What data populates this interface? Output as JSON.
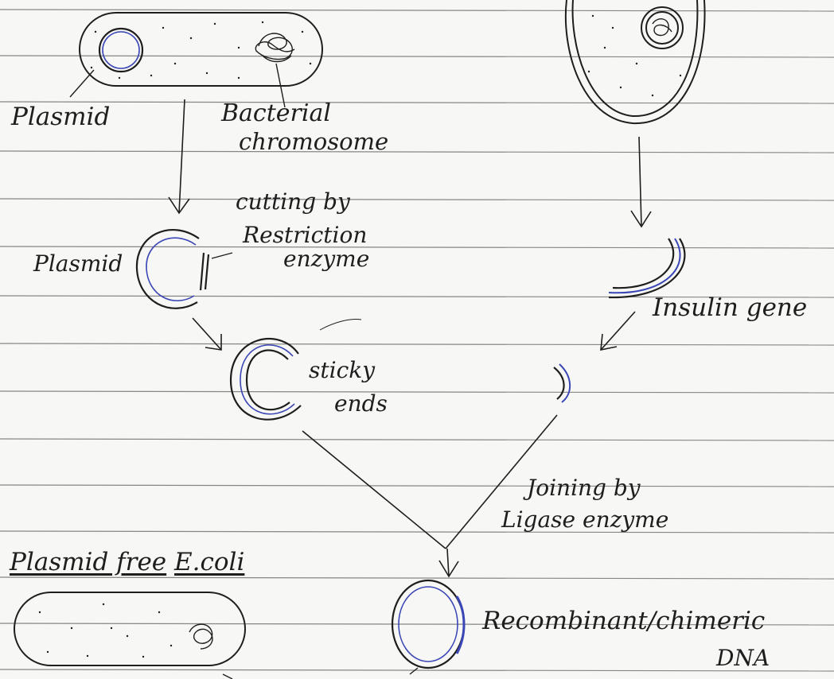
{
  "labels": {
    "plasmid_top": "Plasmid",
    "bacterial_chromosome_line1": "Bacterial",
    "bacterial_chromosome_line2": "chromosome",
    "cutting_line1": "cutting by",
    "cutting_line2": "Restriction",
    "cutting_line3": "enzyme",
    "plasmid_mid": "Plasmid",
    "insulin_gene": "Insulin gene",
    "sticky_line1": "sticky",
    "sticky_line2": "ends",
    "joining_line1": "Joining by",
    "joining_line2": "Ligase enzyme",
    "plasmid_free_part1": "Plasmid free",
    "plasmid_free_part2": "E.coli",
    "recombinant_line1": "Recombinant/chimeric",
    "recombinant_line2": "DNA"
  },
  "colors": {
    "paper": "#f7f7f5",
    "rule_line": "#2a2a2a",
    "ink": "#1e1e1e",
    "highlight": "#3a46b5"
  }
}
